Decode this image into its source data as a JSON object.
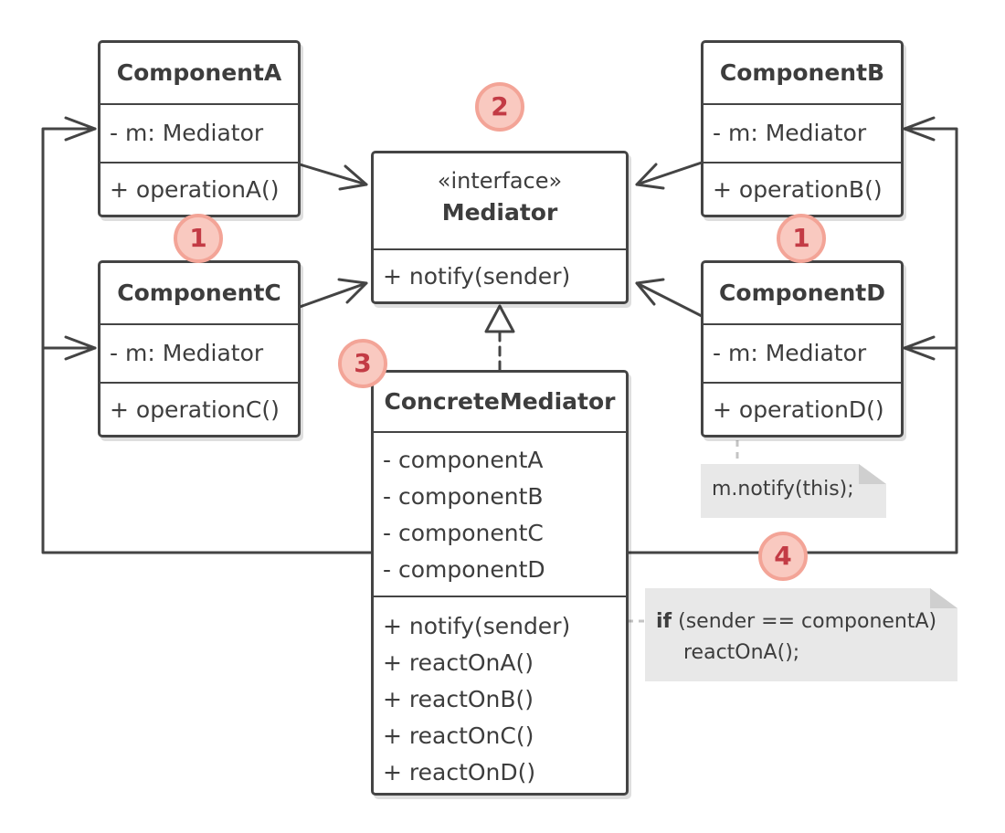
{
  "classes": {
    "component_a": {
      "name": "ComponentA",
      "field": "- m: Mediator",
      "method": "+ operationA()"
    },
    "component_b": {
      "name": "ComponentB",
      "field": "- m: Mediator",
      "method": "+ operationB()"
    },
    "component_c": {
      "name": "ComponentC",
      "field": "- m: Mediator",
      "method": "+ operationC()"
    },
    "component_d": {
      "name": "ComponentD",
      "field": "- m: Mediator",
      "method": "+ operationD()"
    },
    "mediator": {
      "stereotype": "«interface»",
      "name": "Mediator",
      "method": "+ notify(sender)"
    },
    "concrete_mediator": {
      "name": "ConcreteMediator",
      "fields": [
        "- componentA",
        "- componentB",
        "- componentC",
        "- componentD"
      ],
      "methods": [
        "+ notify(sender)",
        "+ reactOnA()",
        "+ reactOnB()",
        "+ reactOnC()",
        "+ reactOnD()"
      ]
    }
  },
  "notes": {
    "component_note": "m.notify(this);",
    "mediator_note": {
      "keyword": "if",
      "condition": " (sender == componentA)",
      "body": "reactOnA();"
    }
  },
  "badges": {
    "badge_1_left": "1",
    "badge_1_right": "1",
    "badge_2": "2",
    "badge_3": "3",
    "badge_4": "4"
  },
  "colors": {
    "line": "#444444",
    "badge_fill": "#f9c9c0",
    "badge_border": "#f3a497",
    "badge_text": "#c33b45",
    "note_fill": "#e8e8e8"
  }
}
